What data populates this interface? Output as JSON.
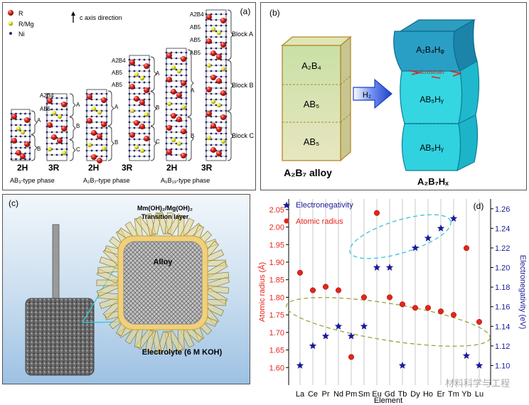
{
  "panel_a": {
    "tag": "(a)",
    "legend": {
      "r": "R",
      "rmg": "R/Mg",
      "ni": "Ni"
    },
    "c_axis": "c axis direction",
    "ab3": {
      "h2": "2H",
      "r3": "3R",
      "caption": "AB₃-type phase",
      "labels": [
        "A2B4",
        "AB5"
      ]
    },
    "a2b7": {
      "h2": "2H",
      "r3": "3R",
      "caption": "A₂B₇-type phase",
      "labels": [
        "A2B4",
        "AB5",
        "AB5"
      ]
    },
    "a5b19": {
      "h2": "2H",
      "r3": "3R",
      "caption": "A₅B₁₉-type phase",
      "labels": [
        "A2B4",
        "AB5",
        "AB5",
        "AB5"
      ]
    },
    "brace_letters": [
      "A",
      "B",
      "C"
    ],
    "blocks": [
      "Block A",
      "Block B",
      "Block C"
    ]
  },
  "panel_b": {
    "tag": "(b)",
    "left_layers": [
      "A₂B₄",
      "AB₅",
      "AB₅"
    ],
    "left_caption": "A₂B₇ alloy",
    "arrow_label": "H₂",
    "right_layers": [
      "A₂B₄Hᵩ",
      "AB₅Hᵧ",
      "AB₅Hᵧ"
    ],
    "microstrain": "microstrain",
    "right_caption": "A₂B₇Hₓ"
  },
  "panel_c": {
    "tag": "(c)",
    "shell_label": "Mm(OH)₂/Mg(OH)₂",
    "transition_label": "Transition layer",
    "core_label": "Alloy",
    "electrolyte_label": "Electrolyte (6 M KOH)"
  },
  "panel_d": {
    "tag": "(d)",
    "watermark": "材料科学与工程"
  },
  "chart_data": {
    "type": "scatter",
    "xlabel": "Element",
    "ylabel": "Atomic radius (Å)",
    "y2label": "Electronegativity (eV)",
    "categories": [
      "La",
      "Ce",
      "Pr",
      "Nd",
      "Pm",
      "Sm",
      "Eu",
      "Gd",
      "Tb",
      "Dy",
      "Ho",
      "Er",
      "Tm",
      "Yb",
      "Lu"
    ],
    "ylim": [
      1.55,
      2.08
    ],
    "y2lim": [
      1.08,
      1.27
    ],
    "yticks": [
      "1.60",
      "1.65",
      "1.70",
      "1.75",
      "1.80",
      "1.85",
      "1.90",
      "1.95",
      "2.00",
      "2.05"
    ],
    "y2ticks": [
      "1.10",
      "1.12",
      "1.14",
      "1.16",
      "1.18",
      "1.20",
      "1.22",
      "1.24",
      "1.26"
    ],
    "grid": "vertical",
    "legend": "top-left",
    "series": [
      {
        "name": "Atomic radius",
        "axis": "left",
        "color": "#e8231a",
        "marker": "circle",
        "values": [
          1.87,
          1.82,
          1.83,
          1.82,
          1.63,
          1.8,
          2.04,
          1.8,
          1.78,
          1.77,
          1.77,
          1.76,
          1.75,
          1.94,
          1.73
        ]
      },
      {
        "name": "Electronegativity",
        "axis": "right",
        "color": "#1a1a9a",
        "marker": "star",
        "values": [
          1.1,
          1.12,
          1.13,
          1.14,
          1.13,
          1.14,
          1.2,
          1.2,
          1.1,
          1.22,
          1.23,
          1.24,
          1.25,
          1.11,
          1.1
        ]
      }
    ]
  }
}
